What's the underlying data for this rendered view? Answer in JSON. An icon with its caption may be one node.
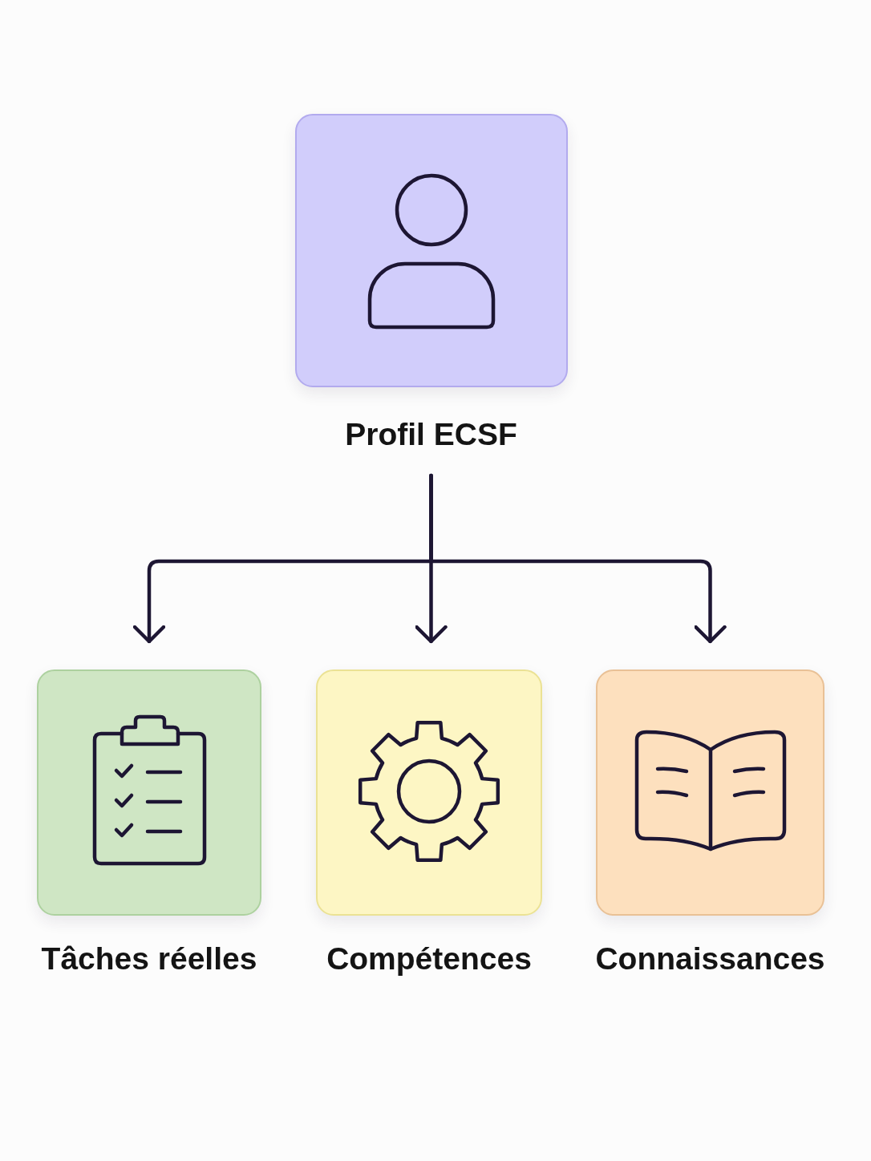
{
  "diagram": {
    "nodes": [
      {
        "text": [
          "Profil ECSF"
        ]
      },
      {
        "text": [
          "Tâches réelles"
        ]
      },
      {
        "text": [
          "Compétences"
        ]
      },
      {
        "text": [
          "Connaissances"
        ]
      }
    ],
    "edges": [
      {
        "from": 0,
        "to": 1,
        "arrow": "to"
      },
      {
        "from": 0,
        "to": 2,
        "arrow": "to"
      },
      {
        "from": 0,
        "to": 3,
        "arrow": "to"
      }
    ]
  }
}
